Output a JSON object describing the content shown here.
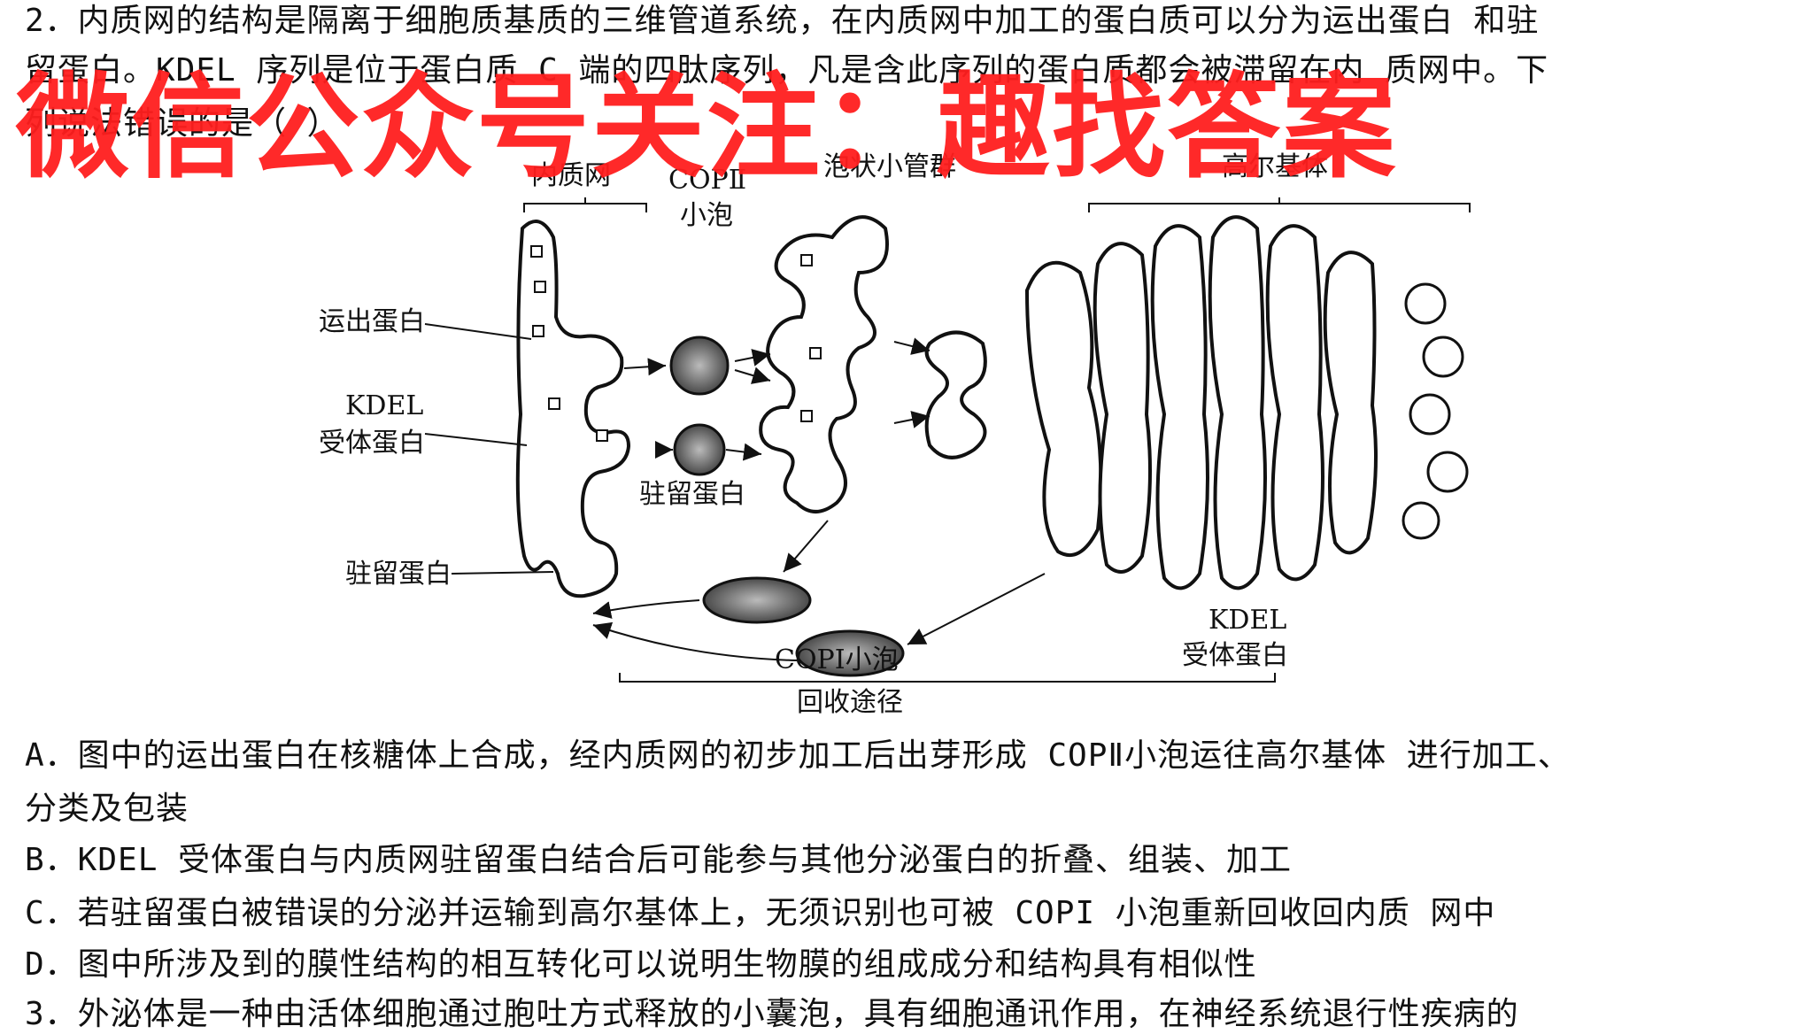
{
  "question2": {
    "line1": "2．内质网的结构是隔离于细胞质基质的三维管道系统，在内质网中加工的蛋白质可以分为运出蛋白 和驻",
    "line2": "留蛋白。KDEL 序列是位于蛋白质 C 端的四肽序列，凡是含此序列的蛋白质都会被滞留在内 质网中。下",
    "line3": "列说法错误的是（    ）"
  },
  "watermark": "微信公众号关注：趣找答案",
  "figure": {
    "labels": {
      "er": "内质网",
      "copii_1": "COPⅡ",
      "copii_2": "小泡",
      "vtc": "泡状小管群",
      "golgi": "高尔基体",
      "export": "运出蛋白",
      "kdel_1": "KDEL",
      "kdel_2": "受体蛋白",
      "resident_mid": "驻留蛋白",
      "resident_left": "驻留蛋白",
      "copi": "COPⅠ小泡",
      "kdel_r1": "KDEL",
      "kdel_r2": "受体蛋白",
      "recycle": "回收途径"
    }
  },
  "options": {
    "a1": "A．图中的运出蛋白在核糖体上合成，经内质网的初步加工后出芽形成 COPⅡ小泡运往高尔基体 进行加工、",
    "a2": "分类及包装",
    "b": "B．KDEL 受体蛋白与内质网驻留蛋白结合后可能参与其他分泌蛋白的折叠、组装、加工",
    "c": "C．若驻留蛋白被错误的分泌并运输到高尔基体上，无须识别也可被 COPI 小泡重新回收回内质 网中",
    "d": "D．图中所涉及到的膜性结构的相互转化可以说明生物膜的组成成分和结构具有相似性"
  },
  "question3": {
    "line1": "3．外泌体是一种由活体细胞通过胞吐方式释放的小囊泡，具有细胞通讯作用，在神经系统退行性疾病的"
  }
}
